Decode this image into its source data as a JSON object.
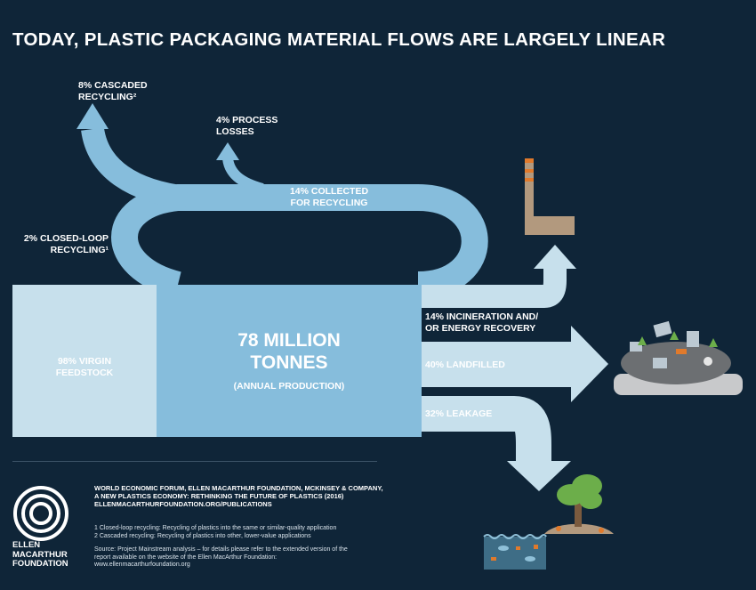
{
  "title": "TODAY, PLASTIC PACKAGING MATERIAL FLOWS ARE LARGELY LINEAR",
  "labels": {
    "cascaded": [
      "8% CASCADED",
      "RECYCLING²"
    ],
    "process": [
      "4% PROCESS",
      "LOSSES"
    ],
    "collected": [
      "14% COLLECTED",
      "FOR RECYCLING"
    ],
    "closed_loop": [
      "2% CLOSED-LOOP",
      "RECYCLING¹"
    ],
    "virgin": [
      "98% VIRGIN",
      "FEEDSTOCK"
    ],
    "total_main": [
      "78 MILLION",
      "TONNES"
    ],
    "total_sub": "(ANNUAL PRODUCTION)",
    "incineration": [
      "14% INCINERATION AND/",
      "OR ENERGY RECOVERY"
    ],
    "landfilled": "40% LANDFILLED",
    "leakage": "32% LEAKAGE"
  },
  "footer": {
    "logo_text": [
      "ELLEN",
      "MACARTHUR",
      "FOUNDATION"
    ],
    "citation": [
      "WORLD ECONOMIC FORUM, ELLEN MACARTHUR FOUNDATION, MCKINSEY & COMPANY,",
      "A NEW PLASTICS ECONOMY: RETHINKING THE FUTURE OF PLASTICS (2016)",
      "ELLENMACARTHURFOUNDATION.ORG/PUBLICATIONS"
    ],
    "note1": "1 Closed-loop recycling: Recycling of plastics into the same or similar-quality application",
    "note2": "2 Cascaded recycling: Recycling of plastics into other, lower-value applications",
    "source": [
      "Source: Project Mainstream analysis – for details please refer to the extended version of the",
      "report available on the website of the Ellen MacArthur Foundation:",
      "www.ellenmacarthurfoundation.org"
    ]
  },
  "colors": {
    "background": "#0f2538",
    "flow_dark": "#86bddc",
    "flow_light": "#c7e0ec",
    "main_box": "#86bddc",
    "virgin_box": "#c7e0ec"
  }
}
